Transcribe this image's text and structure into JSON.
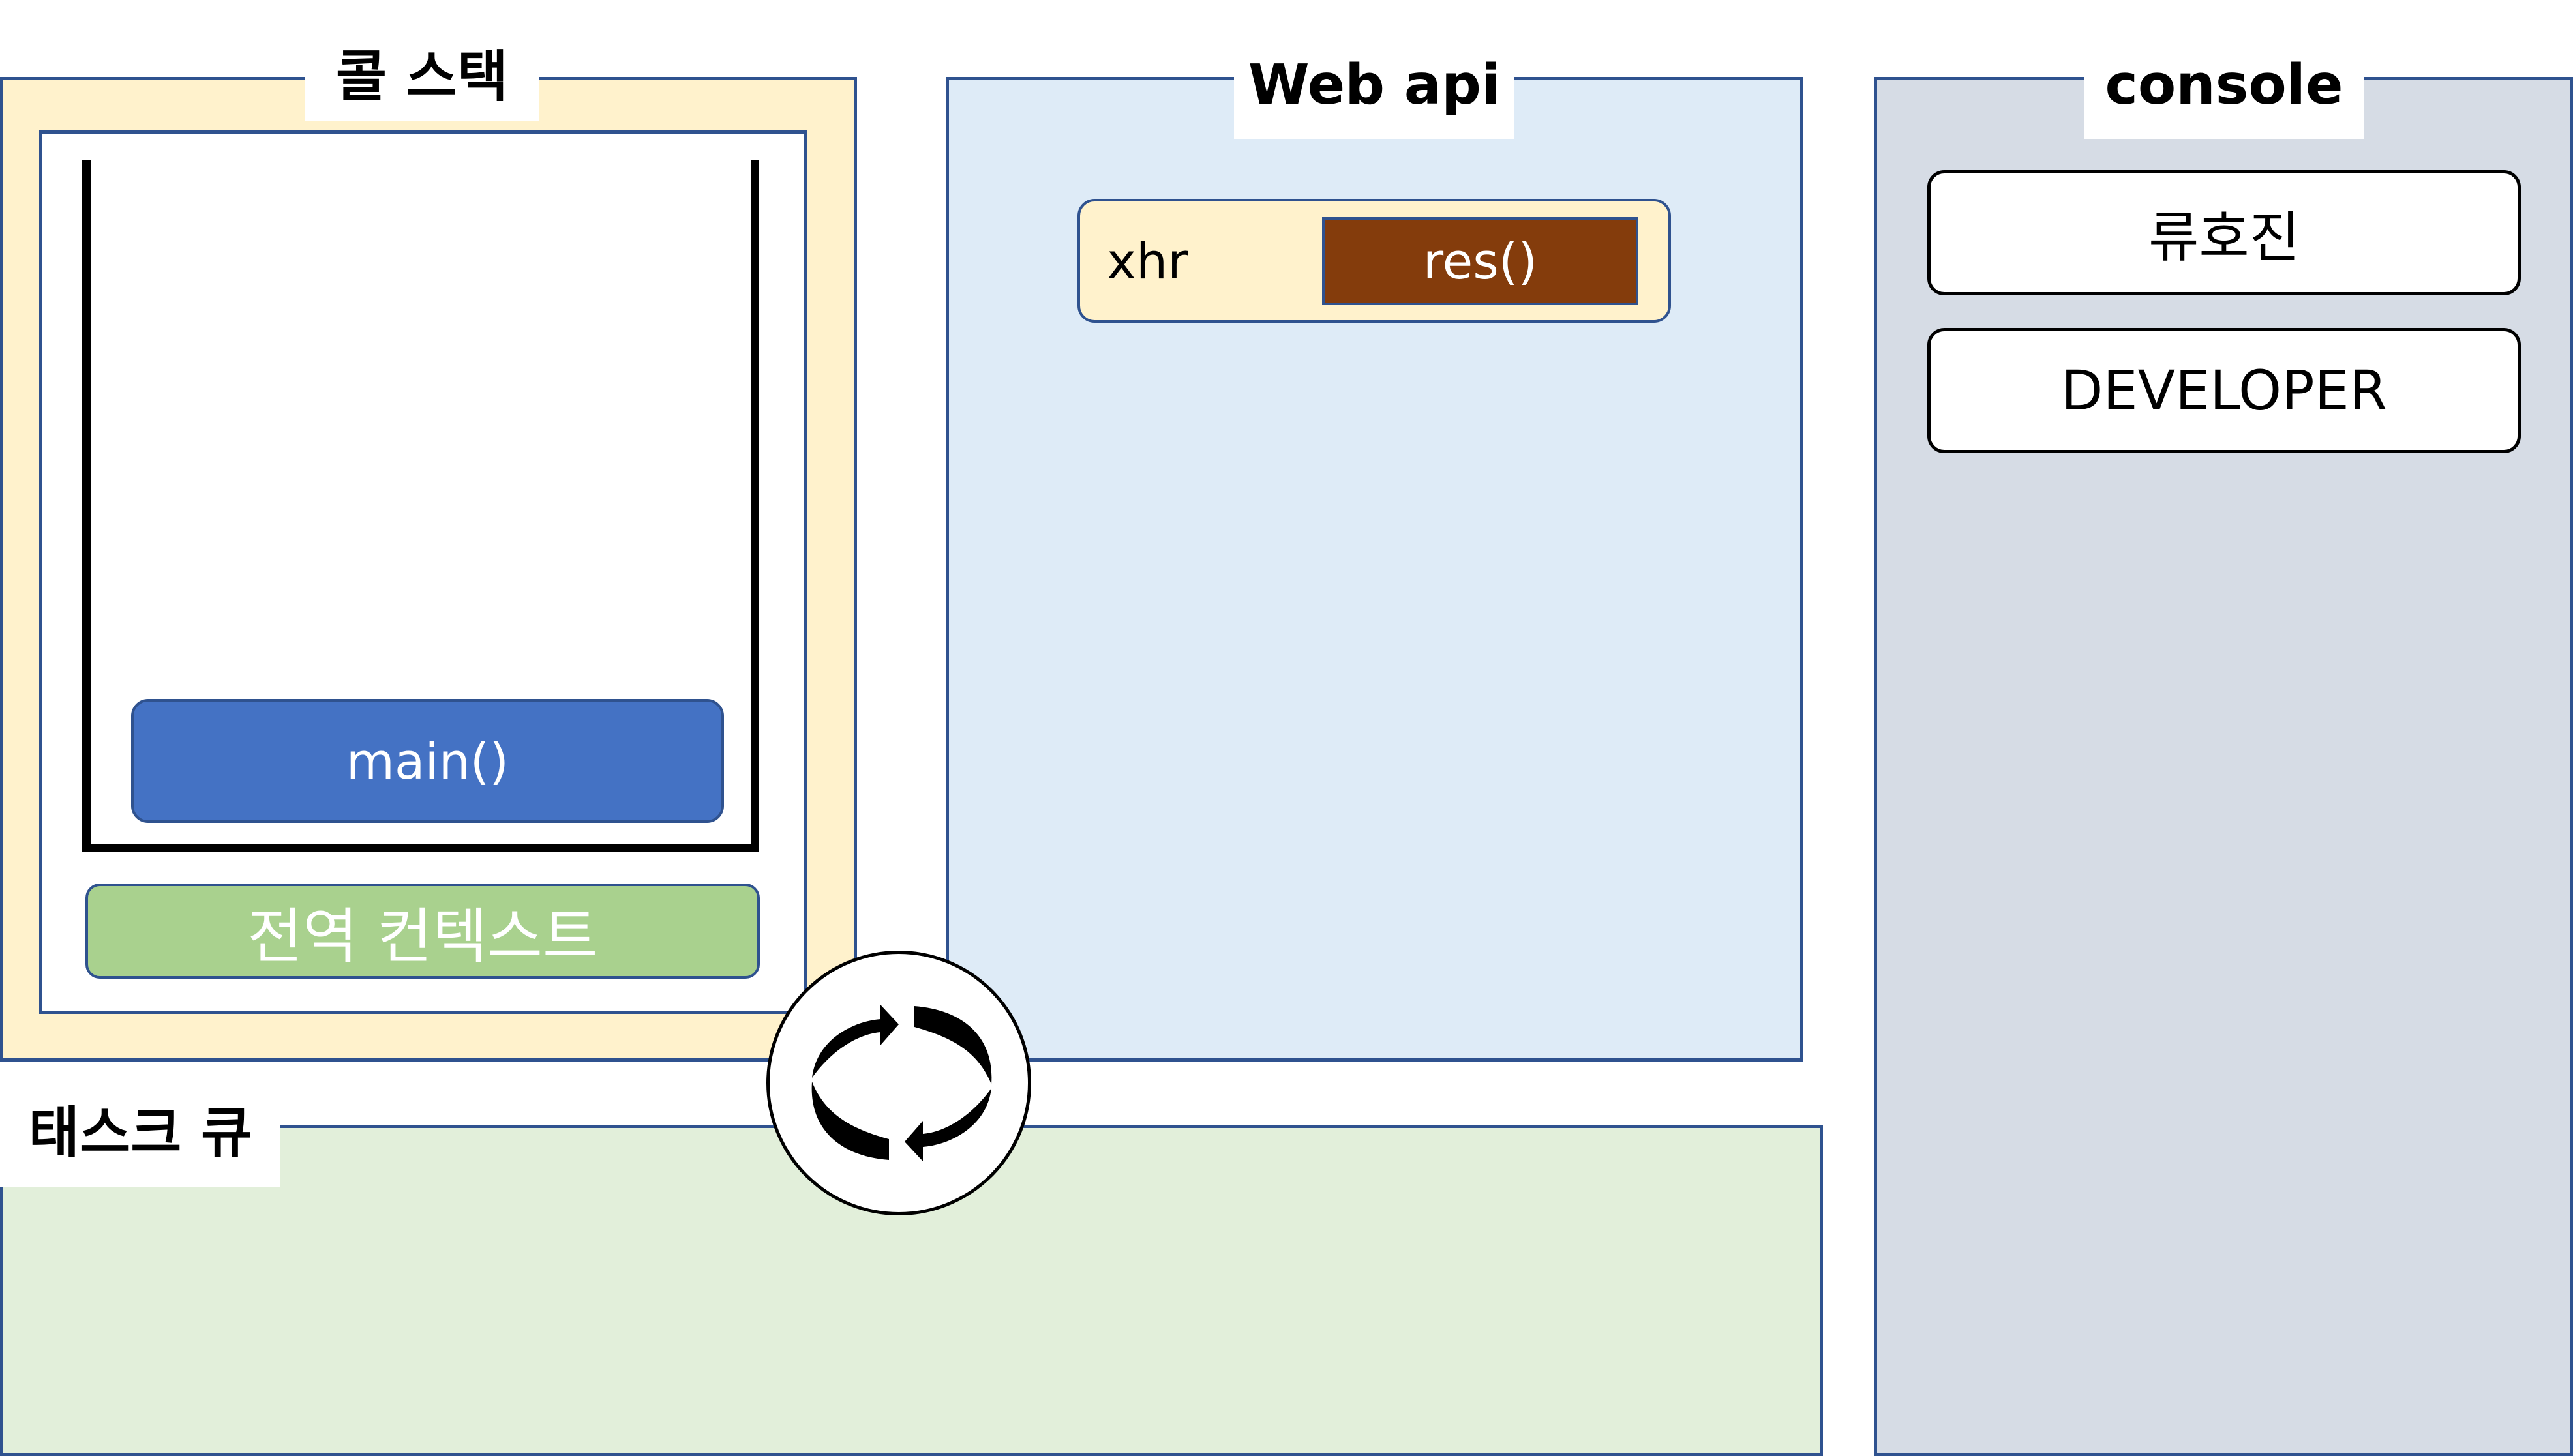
{
  "call_stack": {
    "title": "콜 스택",
    "frames": [
      "main()"
    ],
    "global_context": "전역 컨텍스트"
  },
  "web_api": {
    "title": "Web api",
    "entry": {
      "label": "xhr",
      "callback": "res()"
    }
  },
  "console": {
    "title": "console",
    "lines": [
      "류호진",
      "DEVELOPER"
    ]
  },
  "task_queue": {
    "title": "태스크 큐",
    "items": []
  },
  "event_loop": {
    "icon": "refresh-cycle-icon"
  },
  "colors": {
    "border": "#2f528f",
    "call_stack_bg": "#fff2cc",
    "web_api_bg": "#deebf7",
    "console_bg": "#d6dce5",
    "task_queue_bg": "#e2efda",
    "main_frame": "#4472c4",
    "global_context": "#a9d18e",
    "callback": "#843c0c"
  }
}
